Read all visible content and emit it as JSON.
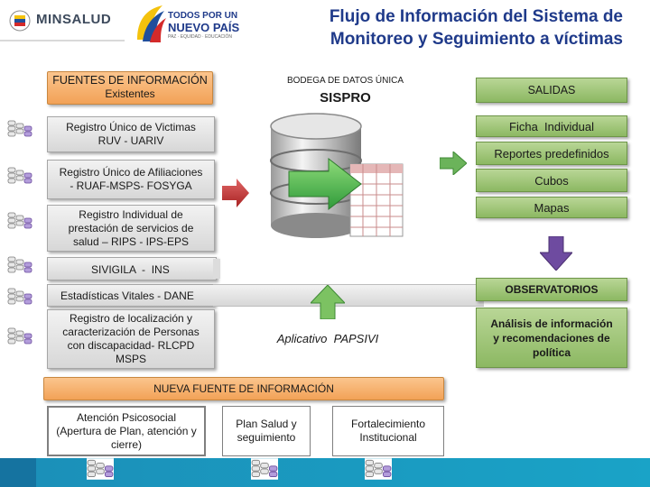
{
  "header": {
    "ministry_logo_text": "MINSALUD",
    "country_logo_line1": "TODOS POR UN",
    "country_logo_line2": "NUEVO PAÍS",
    "country_logo_line3": "PAZ · EQUIDAD · EDUCACIÓN",
    "title_line1": "Flujo de Información del Sistema de",
    "title_line2": "Monitoreo y Seguimiento a víctimas"
  },
  "sources": {
    "header_line1": "FUENTES DE INFORMACIÓN",
    "header_line2": "Existentes",
    "items": [
      "Registro Único de Victimas\nRUV  -  UARIV",
      "Registro Único de Afiliaciones\n- RUAF-MSPS- FOSYGA",
      "Registro Individual de\nprestación de servicios de\nsalud – RIPS  -  IPS-EPS",
      "SIVIGILA  -  INS",
      "Estadísticas Vitales - DANE",
      "Registro de localización y\ncaracterización de Personas\ncon discapacidad- RLCPD\nMSPS"
    ]
  },
  "warehouse": {
    "label_small": "BODEGA DE DATOS ÚNICA",
    "label_big": "SISPRO",
    "app_label": "Aplicativo  PAPSIVI"
  },
  "outputs": {
    "header": "SALIDAS",
    "items": [
      "Ficha  Individual",
      "Reportes predefinidos",
      "Cubos",
      "Mapas"
    ]
  },
  "observatories": {
    "header": "OBSERVATORIOS",
    "body": "Análisis de información\ny recomendaciones de\npolítica"
  },
  "new_source": {
    "header": "NUEVA FUENTE DE INFORMACIÓN",
    "items": [
      "Atención Psicosocial\n(Apertura de Plan, atención y\ncierre)",
      "Plan Salud y\nseguimiento",
      "Fortalecimiento\nInstitucional"
    ]
  },
  "colors": {
    "title": "#1f3a8a",
    "orange_box": "#f2a257",
    "green_box": "#8cb862",
    "arrow_red": "#c0392b",
    "arrow_green": "#5aa34a",
    "arrow_purple": "#6a4a9c",
    "bottom_bar": "#1a9bc2"
  }
}
